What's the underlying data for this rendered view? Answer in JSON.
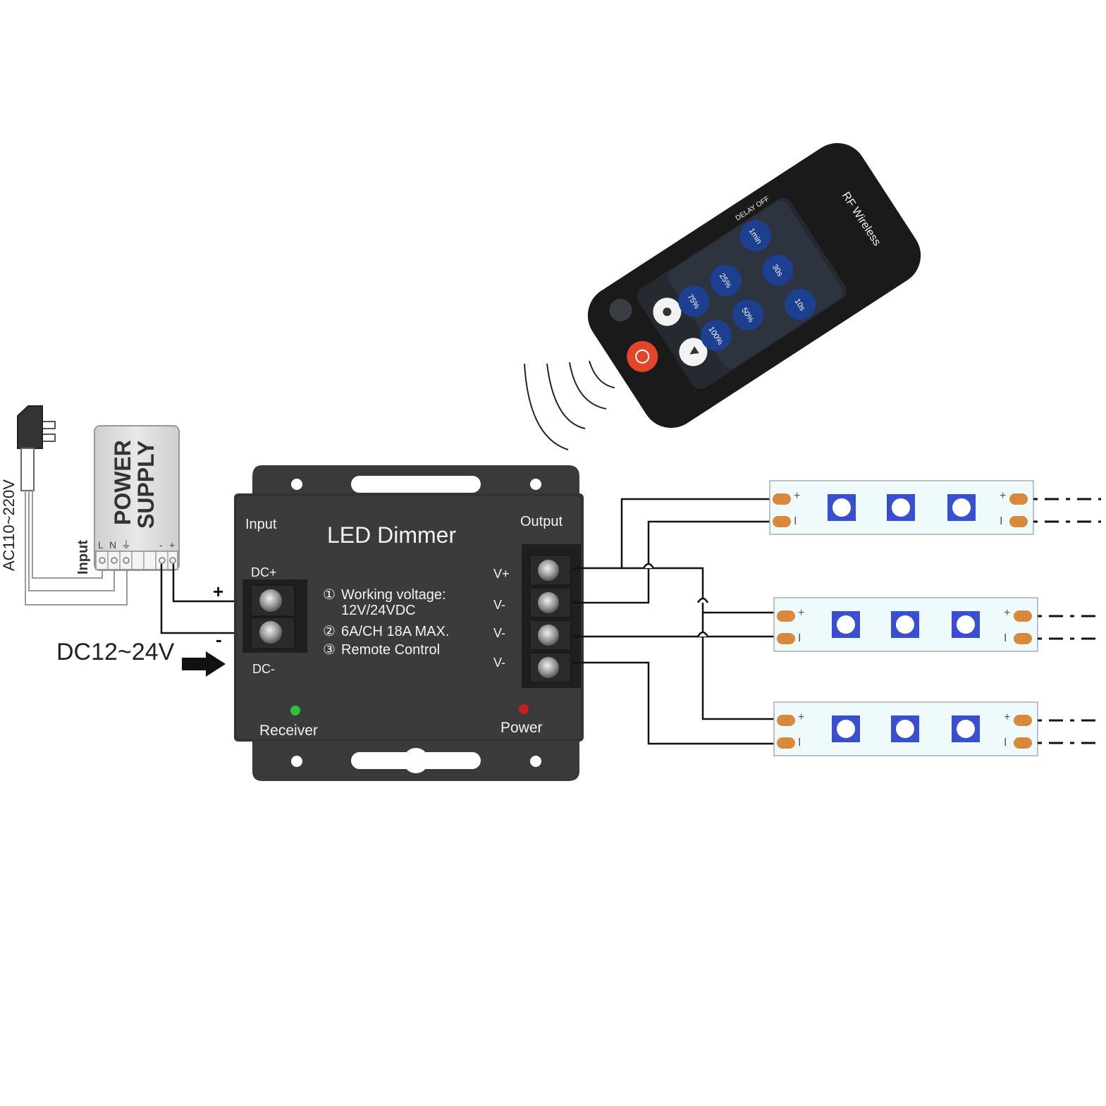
{
  "power_supply": {
    "title_line1": "POWER",
    "title_line2": "SUPPLY",
    "input_label": "Input",
    "terminals": [
      "L",
      "N",
      "⏚",
      "-",
      "+"
    ],
    "ac_label": "AC110~220V"
  },
  "dc_input": {
    "voltage_label": "DC12~24V",
    "plus_sign": "+",
    "minus_sign": "-"
  },
  "dimmer": {
    "title": "LED Dimmer",
    "input_label": "Input",
    "output_label": "Output",
    "dc_plus": "DC+",
    "dc_minus": "DC-",
    "specs": [
      {
        "num": "①",
        "text": "Working voltage:"
      },
      {
        "num": "",
        "text": "12V/24VDC"
      },
      {
        "num": "②",
        "text": "6A/CH 18A MAX."
      },
      {
        "num": "③",
        "text": "Remote Control"
      }
    ],
    "output_terminals": [
      "V+",
      "V-",
      "V-",
      "V-"
    ],
    "receiver_label": "Receiver",
    "power_label": "Power",
    "receiver_led_color": "#2fbf3a",
    "power_led_color": "#c81e1e"
  },
  "remote": {
    "brand_text": "RF Wireless",
    "delay_label": "DELAY OFF",
    "buttons": [
      "1min",
      "30s",
      "10s",
      "25%",
      "50%",
      "75%",
      "100%"
    ],
    "power_button_color": "#e2452a",
    "button_color": "#1d3f8f"
  },
  "led_strip": {
    "plus": "+",
    "minus": "I",
    "chip_color": "#3a4fd0",
    "pad_color": "#d9893a"
  }
}
